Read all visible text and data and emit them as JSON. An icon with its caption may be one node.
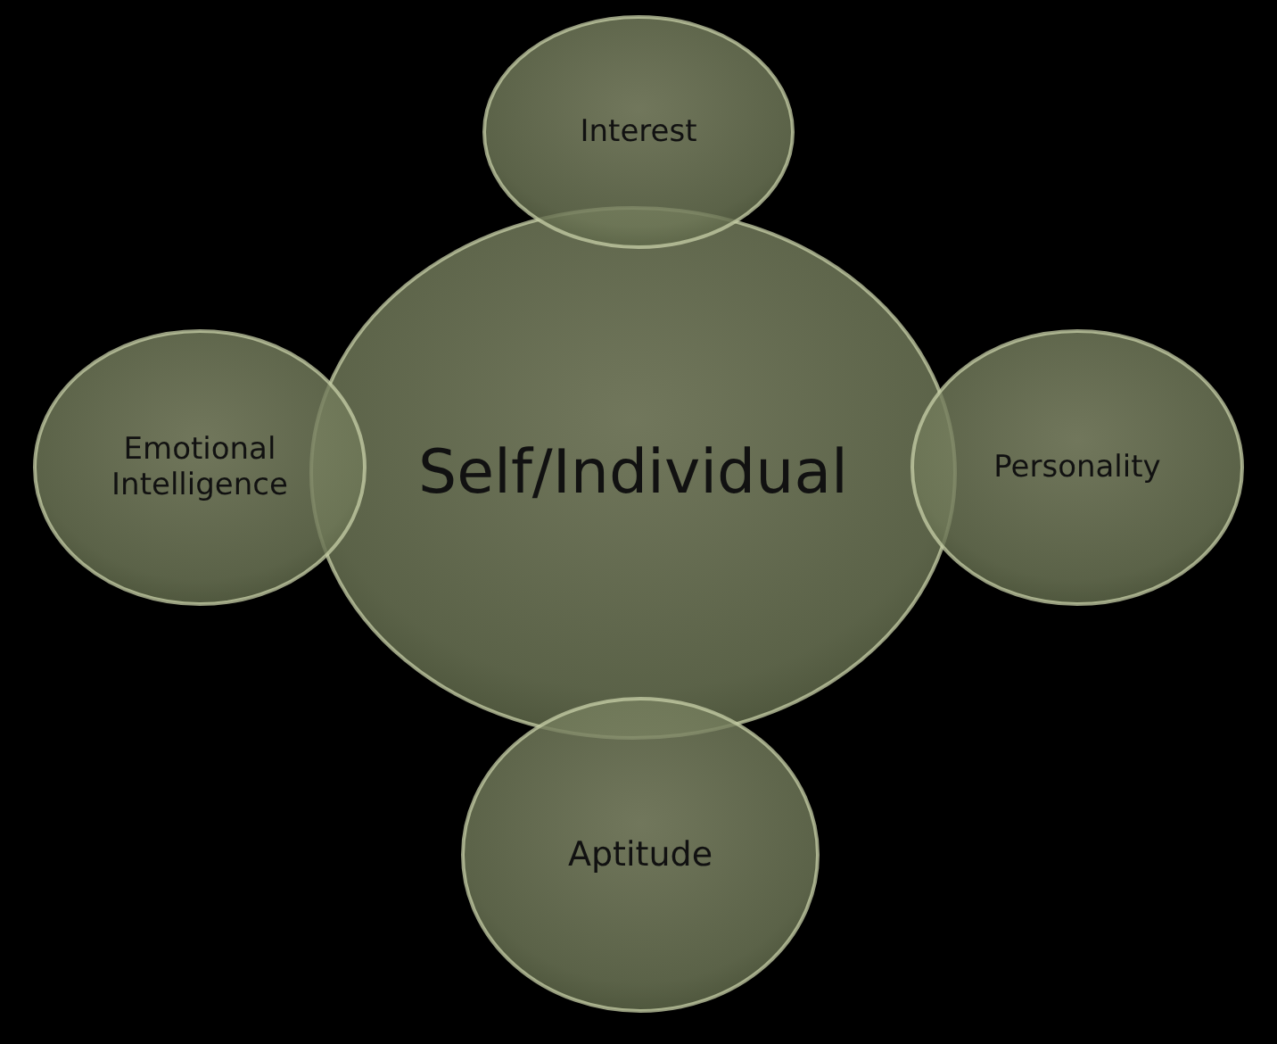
{
  "diagram": {
    "nodes": [
      {
        "text": [
          "Interest"
        ]
      },
      {
        "text": [
          "Emotional Intelligence"
        ]
      },
      {
        "text": [
          "Self/Individual"
        ]
      },
      {
        "text": [
          "Personality"
        ]
      },
      {
        "text": [
          "Aptitude"
        ]
      }
    ]
  }
}
